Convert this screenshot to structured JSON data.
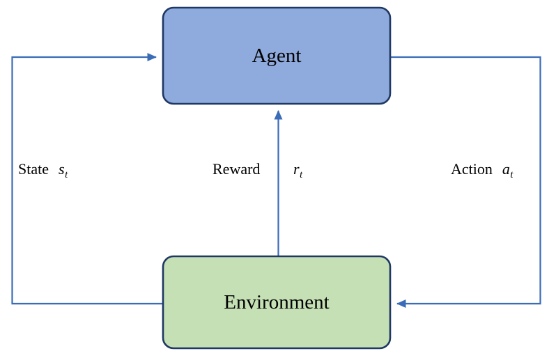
{
  "diagram": {
    "type": "reinforcement-learning-loop",
    "nodes": [
      {
        "id": "agent",
        "label": "Agent",
        "fill": "#8FAADC",
        "stroke": "#1F3864"
      },
      {
        "id": "environment",
        "label": "Environment",
        "fill": "#C5E0B4",
        "stroke": "#1F3864"
      }
    ],
    "edges": [
      {
        "id": "state",
        "word": "State",
        "symbol": "s",
        "subscript": "t",
        "from": "environment",
        "to": "agent",
        "color": "#3B6CB7"
      },
      {
        "id": "reward",
        "word": "Reward",
        "symbol": "r",
        "subscript": "t",
        "from": "environment",
        "to": "agent",
        "color": "#3B6CB7"
      },
      {
        "id": "action",
        "word": "Action",
        "symbol": "a",
        "subscript": "t",
        "from": "agent",
        "to": "environment",
        "color": "#3B6CB7"
      }
    ],
    "colors": {
      "arrow": "#3B6CB7",
      "node_border": "#1F3864",
      "agent_fill": "#8FAADC",
      "environment_fill": "#C5E0B4",
      "background": "#FFFFFF",
      "text": "#000000"
    }
  }
}
